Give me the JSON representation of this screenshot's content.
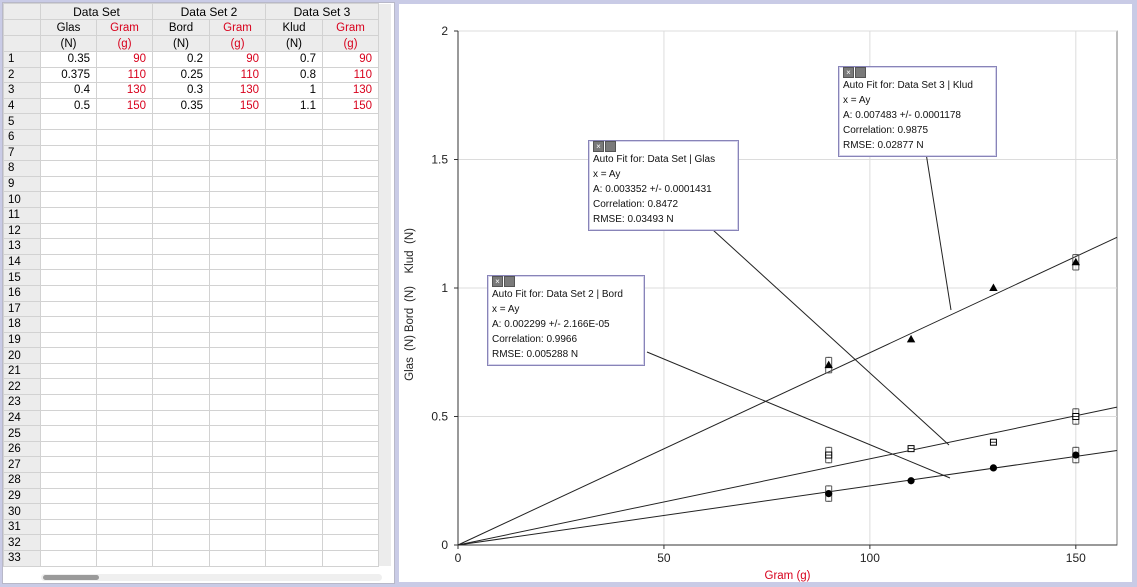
{
  "table": {
    "groups": [
      {
        "title": "Data Set",
        "columns": [
          {
            "name": "Glas",
            "unit": "(N)",
            "red": false
          },
          {
            "name": "Gram",
            "unit": "(g)",
            "red": true
          }
        ]
      },
      {
        "title": "Data Set 2",
        "columns": [
          {
            "name": "Bord",
            "unit": "(N)",
            "red": false
          },
          {
            "name": "Gram",
            "unit": "(g)",
            "red": true
          }
        ]
      },
      {
        "title": "Data Set 3",
        "columns": [
          {
            "name": "Klud",
            "unit": "(N)",
            "red": false
          },
          {
            "name": "Gram",
            "unit": "(g)",
            "red": true
          }
        ]
      }
    ],
    "row_numbers": [
      "1",
      "2",
      "3",
      "4",
      "5",
      "6",
      "7",
      "8",
      "9",
      "10",
      "11",
      "12",
      "13",
      "14",
      "15",
      "16",
      "17",
      "18",
      "19",
      "20",
      "21",
      "22",
      "23",
      "24",
      "25",
      "26",
      "27",
      "28",
      "29",
      "30",
      "31",
      "32",
      "33"
    ],
    "rows": [
      [
        "0.35",
        "90",
        "0.2",
        "90",
        "0.7",
        "90"
      ],
      [
        "0.375",
        "110",
        "0.25",
        "110",
        "0.8",
        "110"
      ],
      [
        "0.4",
        "130",
        "0.3",
        "130",
        "1",
        "130"
      ],
      [
        "0.5",
        "150",
        "0.35",
        "150",
        "1.1",
        "150"
      ]
    ]
  },
  "fits": [
    {
      "id": "ds3",
      "lines": [
        "Auto Fit for: Data Set 3 | Klud",
        "x = Ay",
        "A: 0.007483 +/- 0.0001178",
        "Correlation: 0.9875",
        "RMSE: 0.02877 N"
      ]
    },
    {
      "id": "ds1",
      "lines": [
        "Auto Fit for: Data Set | Glas",
        "x = Ay",
        "A: 0.003352 +/- 0.0001431",
        "Correlation: 0.8472",
        "RMSE: 0.03493 N"
      ]
    },
    {
      "id": "ds2",
      "lines": [
        "Auto Fit for: Data Set 2 | Bord",
        "x = Ay",
        "A: 0.002299 +/- 2.166E-05",
        "Correlation: 0.9966",
        "RMSE: 0.005288 N"
      ]
    }
  ],
  "colors": {
    "red_column": "#d8001c",
    "panel_background": "#c9cbe6",
    "fit_box_border": "#8884b8"
  },
  "chart_data": {
    "type": "scatter",
    "xlabel": "Gram (g)",
    "ylabels": [
      "Glas",
      "(N)",
      "Bord",
      "(N)",
      "Klud",
      "(N)"
    ],
    "xlim": [
      0,
      160
    ],
    "ylim": [
      0,
      2
    ],
    "xticks": [
      0,
      50,
      100,
      150
    ],
    "yticks": [
      0,
      0.5,
      1,
      1.5,
      2
    ],
    "grid": true,
    "series": [
      {
        "marker": "square-open",
        "x": [
          90,
          110,
          130,
          150
        ],
        "y": [
          0.35,
          0.375,
          0.4,
          0.5
        ],
        "fit_slope": 0.003352,
        "error_bar_points": [
          0,
          3
        ]
      },
      {
        "marker": "circle",
        "x": [
          90,
          110,
          130,
          150
        ],
        "y": [
          0.2,
          0.25,
          0.3,
          0.35
        ],
        "fit_slope": 0.002299,
        "error_bar_points": [
          0,
          3
        ]
      },
      {
        "marker": "triangle",
        "x": [
          90,
          110,
          130,
          150
        ],
        "y": [
          0.7,
          0.8,
          1,
          1.1
        ],
        "fit_slope": 0.007483,
        "error_bar_points": [
          0,
          3
        ]
      }
    ],
    "error_bar_half_width": 0.03
  }
}
